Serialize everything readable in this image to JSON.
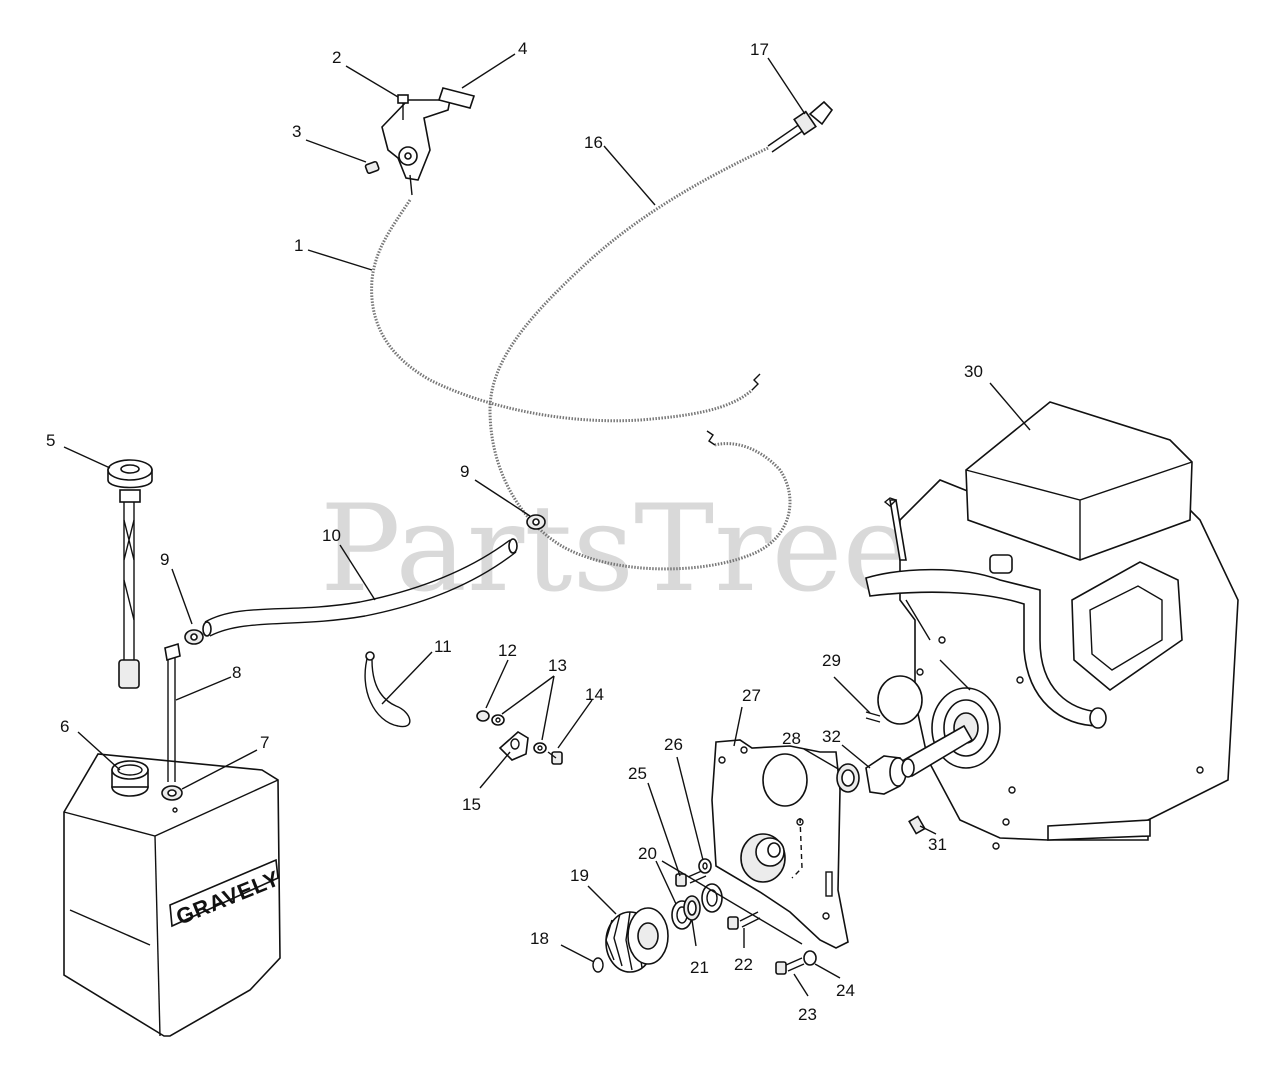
{
  "watermark": "PartsTree",
  "brand_label": "GRAVELY",
  "callouts": [
    {
      "id": "c1",
      "label": "1"
    },
    {
      "id": "c2",
      "label": "2"
    },
    {
      "id": "c3",
      "label": "3"
    },
    {
      "id": "c4",
      "label": "4"
    },
    {
      "id": "c5",
      "label": "5"
    },
    {
      "id": "c6",
      "label": "6"
    },
    {
      "id": "c7",
      "label": "7"
    },
    {
      "id": "c8",
      "label": "8"
    },
    {
      "id": "c9a",
      "label": "9"
    },
    {
      "id": "c9b",
      "label": "9"
    },
    {
      "id": "c10",
      "label": "10"
    },
    {
      "id": "c11",
      "label": "11"
    },
    {
      "id": "c12",
      "label": "12"
    },
    {
      "id": "c13",
      "label": "13"
    },
    {
      "id": "c14",
      "label": "14"
    },
    {
      "id": "c15",
      "label": "15"
    },
    {
      "id": "c16",
      "label": "16"
    },
    {
      "id": "c17",
      "label": "17"
    },
    {
      "id": "c18",
      "label": "18"
    },
    {
      "id": "c19",
      "label": "19"
    },
    {
      "id": "c20",
      "label": "20"
    },
    {
      "id": "c21",
      "label": "21"
    },
    {
      "id": "c22",
      "label": "22"
    },
    {
      "id": "c23",
      "label": "23"
    },
    {
      "id": "c24",
      "label": "24"
    },
    {
      "id": "c25",
      "label": "25"
    },
    {
      "id": "c26",
      "label": "26"
    },
    {
      "id": "c27",
      "label": "27"
    },
    {
      "id": "c28",
      "label": "28"
    },
    {
      "id": "c29",
      "label": "29"
    },
    {
      "id": "c30",
      "label": "30"
    },
    {
      "id": "c31",
      "label": "31"
    },
    {
      "id": "c32",
      "label": "32"
    }
  ]
}
